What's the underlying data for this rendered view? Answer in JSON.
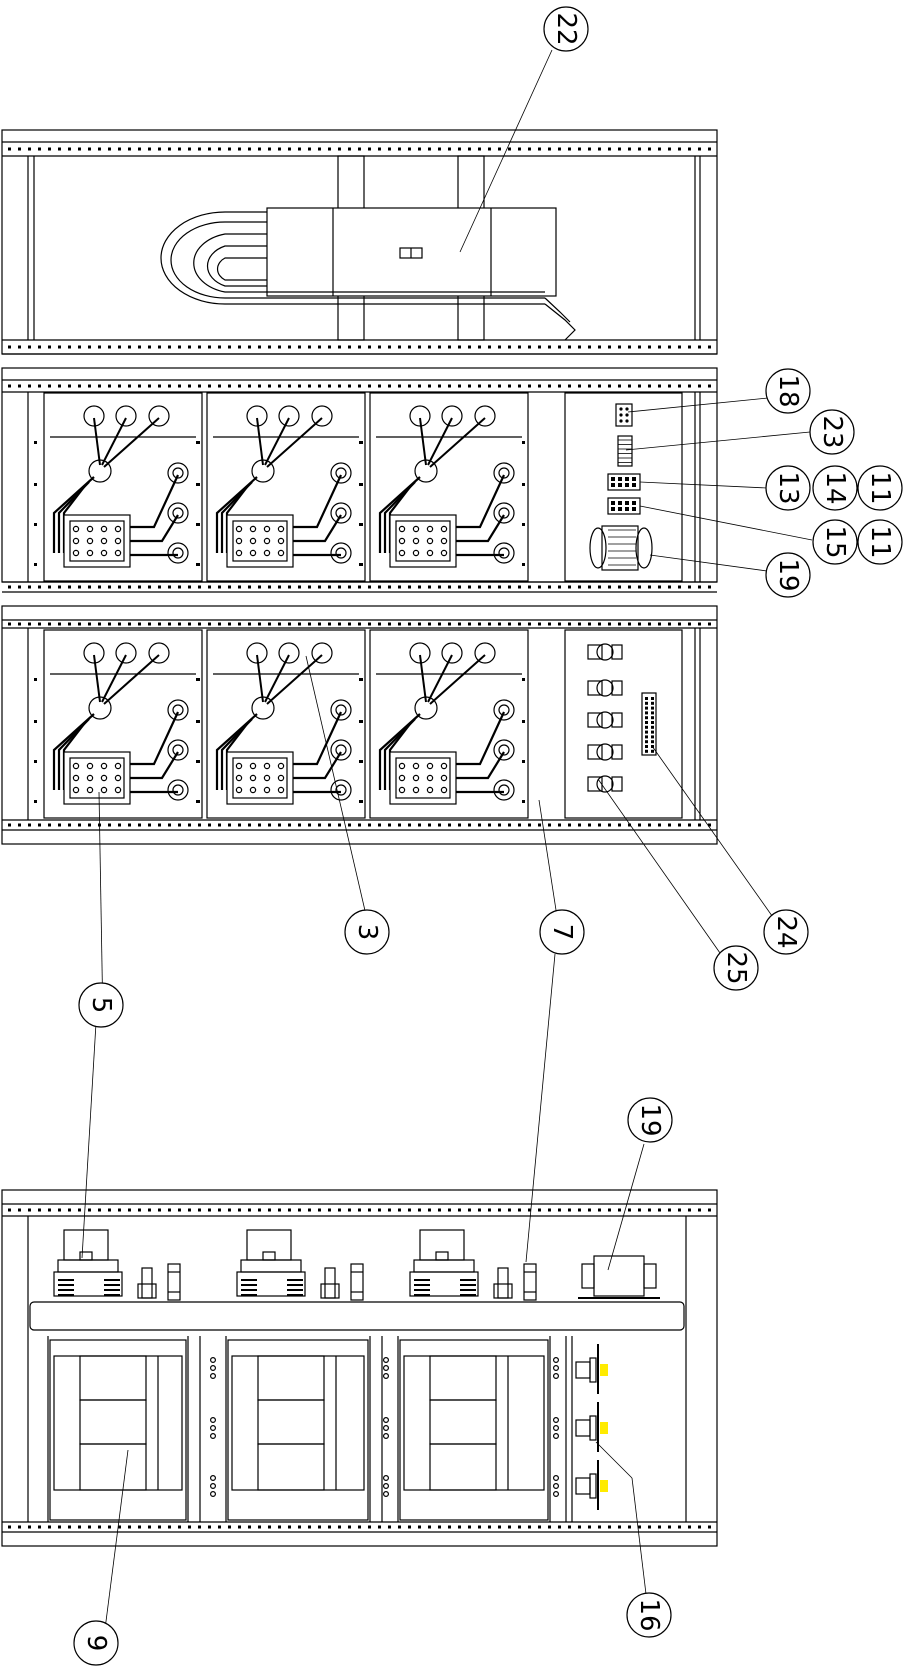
{
  "callouts": [
    {
      "id": "c22",
      "label": "22"
    },
    {
      "id": "c18",
      "label": "18"
    },
    {
      "id": "c23",
      "label": "23"
    },
    {
      "id": "c13",
      "label": "13"
    },
    {
      "id": "c14",
      "label": "14"
    },
    {
      "id": "c11a",
      "label": "11"
    },
    {
      "id": "c15",
      "label": "15"
    },
    {
      "id": "c11b",
      "label": "11"
    },
    {
      "id": "c19a",
      "label": "19"
    },
    {
      "id": "c24",
      "label": "24"
    },
    {
      "id": "c25",
      "label": "25"
    },
    {
      "id": "c3",
      "label": "3"
    },
    {
      "id": "c7",
      "label": "7"
    },
    {
      "id": "c5",
      "label": "5"
    },
    {
      "id": "c19b",
      "label": "19"
    },
    {
      "id": "c16",
      "label": "16"
    },
    {
      "id": "c9",
      "label": "9"
    }
  ],
  "colors": {
    "line": "#000000",
    "background": "#ffffff",
    "indicator_lamp": "#ffeb00"
  }
}
